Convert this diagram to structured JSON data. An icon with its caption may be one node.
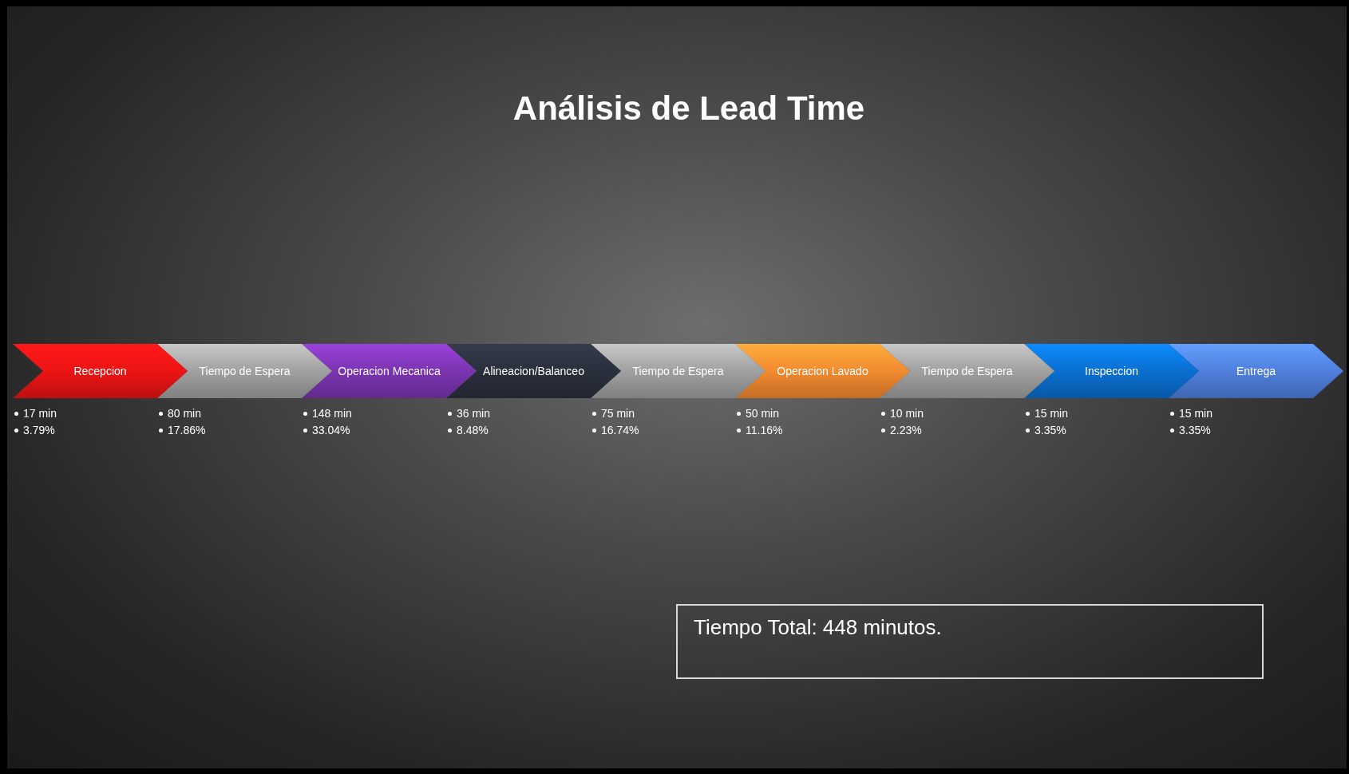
{
  "diagram": {
    "title": "Análisis de Lead Time",
    "nodes": [
      {
        "text": [
          "Recepcion"
        ],
        "beside": [
          "17 min",
          "3.79%"
        ]
      },
      {
        "text": [
          "Tiempo de Espera"
        ],
        "beside": [
          "80 min",
          "17.86%"
        ]
      },
      {
        "text": [
          "Operacion Mecanica"
        ],
        "beside": [
          "148 min",
          "33.04%"
        ]
      },
      {
        "text": [
          "Alineacion/Balanceo"
        ],
        "beside": [
          "36 min",
          "8.48%"
        ]
      },
      {
        "text": [
          "Tiempo de Espera"
        ],
        "beside": [
          "75 min",
          "16.74%"
        ]
      },
      {
        "text": [
          "Operacion Lavado"
        ],
        "beside": [
          "50 min",
          "11.16%"
        ]
      },
      {
        "text": [
          "Tiempo de Espera"
        ],
        "beside": [
          "10 min",
          "2.23%"
        ]
      },
      {
        "text": [
          "Inspeccion"
        ],
        "beside": [
          "15 min",
          "3.35%"
        ]
      },
      {
        "text": [
          "Entrega"
        ],
        "beside": [
          "15 min",
          "3.35%"
        ]
      },
      {
        "text": [
          "Tiempo Total: 448 minutos."
        ]
      }
    ]
  }
}
